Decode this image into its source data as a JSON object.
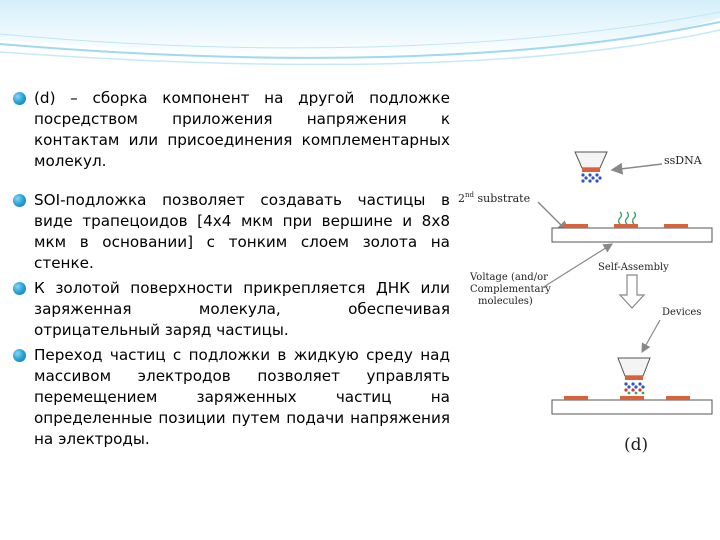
{
  "bullets": [
    {
      "text": "(d) – сборка компонент на другой подложке посредством приложения напряжения к контактам или присоединения комплементарных молекул."
    },
    {
      "text": "SOI-подложка позволяет создавать частицы в виде трапецоидов [4x4 мкм при вершине и 8x8 мкм в основании] с тонким слоем золота на стенке."
    },
    {
      "text": "К золотой поверхности прикрепляется ДНК или заряженная молекула, обеспечивая отрицательный заряд частицы."
    },
    {
      "text": "Переход частиц с подложки в жидкую среду над массивом электродов позволяет управлять перемещением заряженных частиц на определенные позиции путем подачи напряжения на электроды."
    }
  ],
  "figure": {
    "labels": {
      "ssdna": "ssDNA",
      "substrate_base": "2",
      "substrate_sup": "nd",
      "substrate_rest": " substrate",
      "self_assembly": "Self-Assembly",
      "voltage_line1": "Voltage (and/or",
      "voltage_line2": "Complementary",
      "voltage_line3": "molecules)",
      "devices": "Devices",
      "panel": "(d)"
    },
    "colors": {
      "electrode": "#d9623b",
      "dna_blue": "#2b55c6",
      "dna_red": "#d9362b",
      "arrow": "#888888",
      "strand_green": "#3aa36a"
    }
  },
  "theme": {
    "accent": "#2aa7dc",
    "header_light": "#e8f6fc",
    "header_mid": "#9fd9f0"
  }
}
